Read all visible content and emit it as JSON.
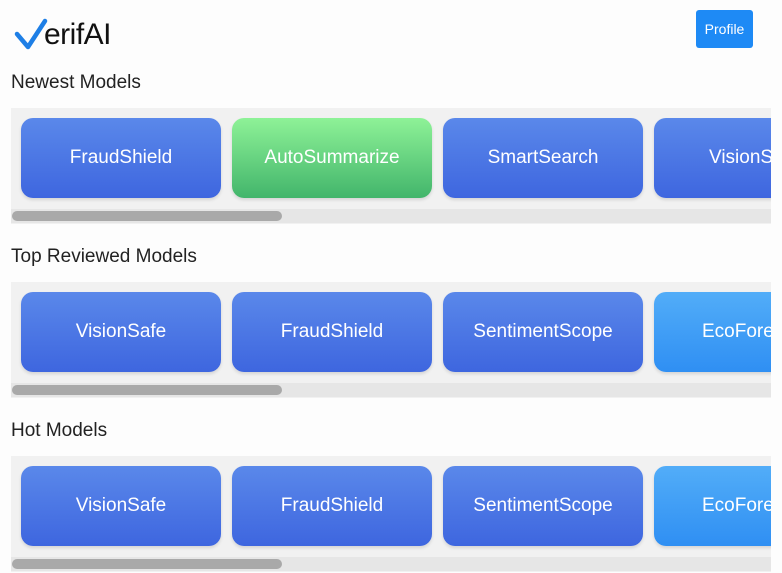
{
  "app": {
    "logo_text": "erifAI",
    "profile_label": "Profile"
  },
  "colors": {
    "profile_button": "#1e8af5",
    "card_blue": "#4a74e4",
    "card_green": "#5fd07c",
    "card_sky": "#3d9df5"
  },
  "icons": {
    "logo": "checkmark-v-icon"
  },
  "sections": [
    {
      "title": "Newest Models",
      "cards": [
        {
          "label": "FraudShield",
          "style": "blue"
        },
        {
          "label": "AutoSummarize",
          "style": "green"
        },
        {
          "label": "SmartSearch",
          "style": "blue"
        },
        {
          "label": "VisionS",
          "style": "blue"
        }
      ]
    },
    {
      "title": "Top Reviewed Models",
      "cards": [
        {
          "label": "VisionSafe",
          "style": "blue"
        },
        {
          "label": "FraudShield",
          "style": "blue"
        },
        {
          "label": "SentimentScope",
          "style": "blue"
        },
        {
          "label": "EcoFore",
          "style": "sky"
        }
      ]
    },
    {
      "title": "Hot Models",
      "cards": [
        {
          "label": "VisionSafe",
          "style": "blue"
        },
        {
          "label": "FraudShield",
          "style": "blue"
        },
        {
          "label": "SentimentScope",
          "style": "blue"
        },
        {
          "label": "EcoFore",
          "style": "sky"
        }
      ]
    }
  ]
}
